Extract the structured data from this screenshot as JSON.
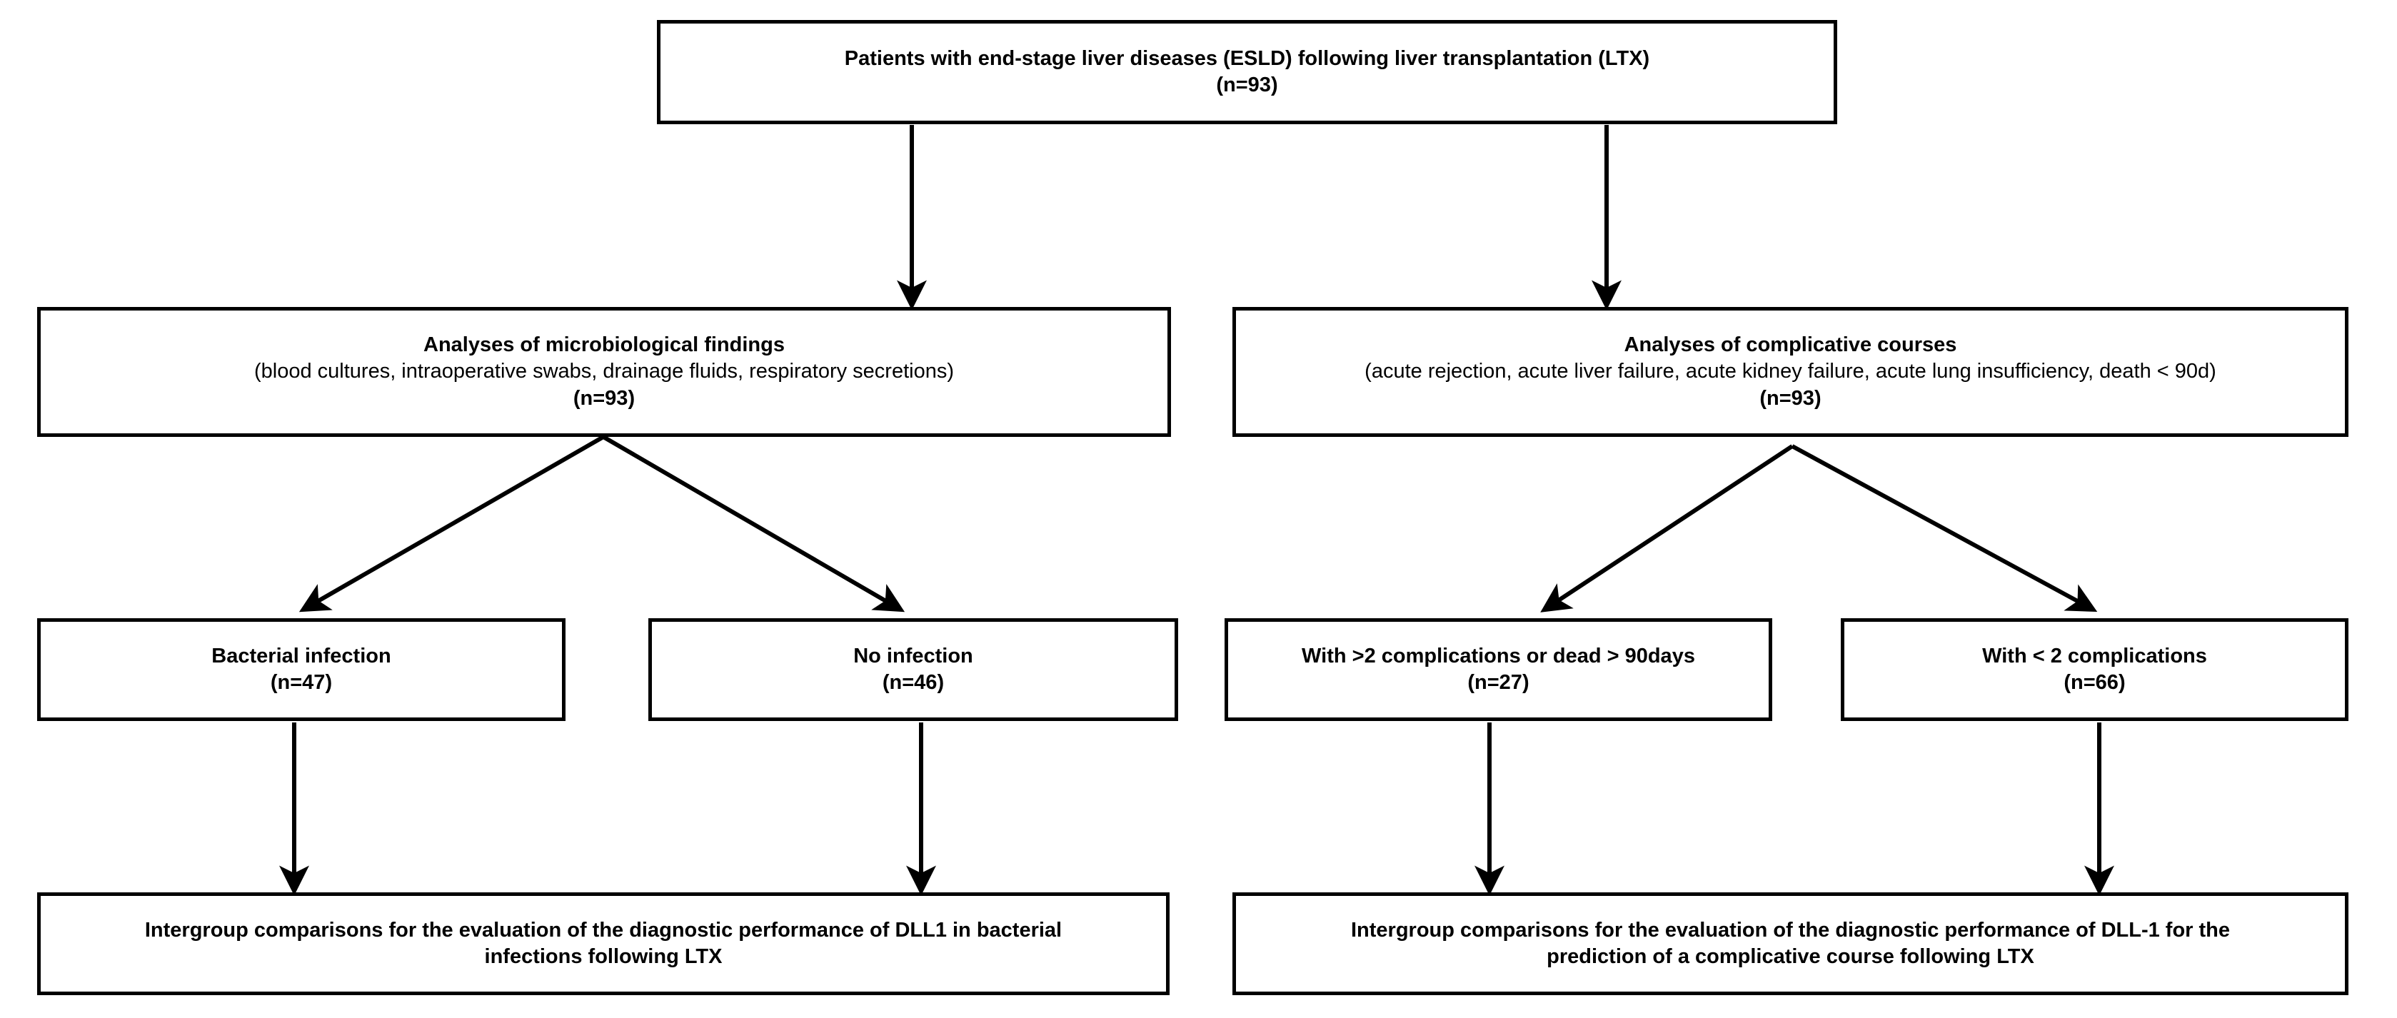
{
  "diagram": {
    "title_semantic": "study-flowchart-liver-transplantation",
    "stroke_color": "#000000",
    "background_color": "#ffffff",
    "nodes": {
      "root": {
        "line1": "Patients with end-stage liver diseases (ESLD) following liver transplantation (LTX)",
        "count": "(n=93)"
      },
      "micro": {
        "line1": "Analyses of microbiological findings",
        "line2": "(blood cultures, intraoperative swabs, drainage fluids, respiratory secretions)",
        "count": "(n=93)"
      },
      "complicative": {
        "line1": "Analyses of complicative courses",
        "line2": "(acute rejection, acute liver failure, acute kidney failure, acute lung insufficiency, death < 90d)",
        "count": "(n=93)"
      },
      "bacterial": {
        "line1": "Bacterial infection",
        "count": "(n=47)"
      },
      "noinfection": {
        "line1": "No infection",
        "count": "(n=46)"
      },
      "manycomp": {
        "line1": "With >2 complications  or dead > 90days",
        "count": "(n=27)"
      },
      "fewcomp": {
        "line1": "With < 2 complications",
        "count": "(n=66)"
      },
      "outcome_left": {
        "line1": "Intergroup comparisons for the evaluation of the diagnostic performance of DLL1 in bacterial",
        "line2": "infections following LTX"
      },
      "outcome_right": {
        "line1": "Intergroup comparisons for the evaluation of the diagnostic performance of DLL-1 for the",
        "line2": "prediction of a complicative course following LTX"
      }
    },
    "edges": [
      {
        "name": "root-to-micro",
        "kind": "vertical-arrow"
      },
      {
        "name": "root-to-complicative",
        "kind": "vertical-arrow"
      },
      {
        "name": "micro-to-bacterial",
        "kind": "diagonal-arrow"
      },
      {
        "name": "micro-to-noinfection",
        "kind": "diagonal-arrow"
      },
      {
        "name": "complicative-to-manycomp",
        "kind": "diagonal-arrow"
      },
      {
        "name": "complicative-to-fewcomp",
        "kind": "diagonal-arrow"
      },
      {
        "name": "bacterial-to-outcome-left",
        "kind": "vertical-arrow"
      },
      {
        "name": "noinfection-to-outcome-left",
        "kind": "vertical-arrow"
      },
      {
        "name": "manycomp-to-outcome-right",
        "kind": "vertical-arrow"
      },
      {
        "name": "fewcomp-to-outcome-right",
        "kind": "vertical-arrow"
      }
    ]
  }
}
